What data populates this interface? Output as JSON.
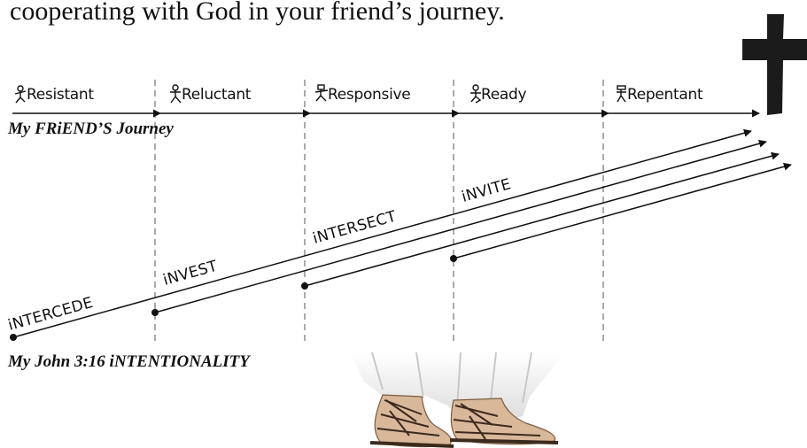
{
  "header_text": "cooperating with God in your friend’s journey.",
  "stages": [
    {
      "label": "Resistant",
      "icon": "stick-figure-resisting-icon"
    },
    {
      "label": "Reluctant",
      "icon": "stick-figure-walking-icon"
    },
    {
      "label": "Responsive",
      "icon": "stick-figure-reaching-icon"
    },
    {
      "label": "Ready",
      "icon": "stick-figure-kneeling-icon"
    },
    {
      "label": "Repentant",
      "icon": "stick-figure-bowing-icon"
    }
  ],
  "journey_label": "My FRiEND’S Journey",
  "actions": [
    {
      "label": "iNTERCEDE"
    },
    {
      "label": "iNVEST"
    },
    {
      "label": "iNTERSECT"
    },
    {
      "label": "iNVITE"
    }
  ],
  "intentionality_label": "My John 3:16 iNTENTIONALITY",
  "images": {
    "cross": "cross-icon",
    "feet": "sandaled-feet-image"
  },
  "colors": {
    "ink": "#111111",
    "cross": "#1b1b1b",
    "dashed": "#555555"
  }
}
